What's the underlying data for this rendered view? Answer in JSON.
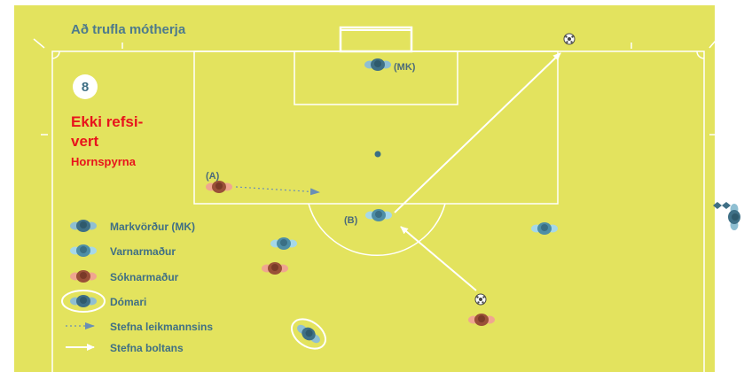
{
  "diagram": {
    "title": "Að trufla mótherja",
    "number": "8",
    "verdict_line1": "Ekki refsi-",
    "verdict_line2": "vert",
    "situation": "Hornspyrna",
    "labels": {
      "a": "(A)",
      "b": "(B)",
      "mk": "(MK)"
    },
    "legend": {
      "goalkeeper": "Markvörður (MK)",
      "defender": "Varnarmaður",
      "attacker": "Sóknarmaður",
      "referee": "Dómari",
      "player_direction": "Stefna leikmannsins",
      "ball_direction": "Stefna boltans"
    },
    "colors": {
      "pitch": "#e3e35e",
      "lines": "#ffffff",
      "defender": "#5fa9c4",
      "attacker": "#c7735a",
      "goalkeeper": "#4e86a0",
      "verdict": "#e8141c"
    }
  }
}
